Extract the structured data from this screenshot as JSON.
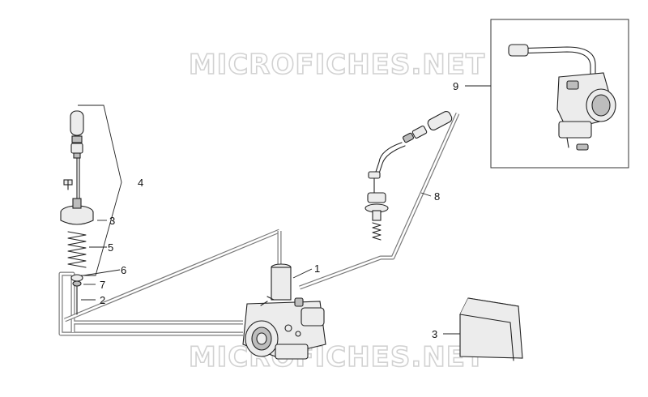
{
  "watermark": {
    "top": "MICROFICHES.NET",
    "bottom": "MICROFICHES.NET"
  },
  "callouts": {
    "c1": "1",
    "c2": "2",
    "c3_spring_cap": "3",
    "c3_kit": "3",
    "c4": "4",
    "c5": "5",
    "c6": "6",
    "c7": "7",
    "c8": "8",
    "c9": "9"
  },
  "colors": {
    "line": "#222222",
    "watermark_stroke": "#d2d2d2",
    "route": "#7a7a7a"
  }
}
